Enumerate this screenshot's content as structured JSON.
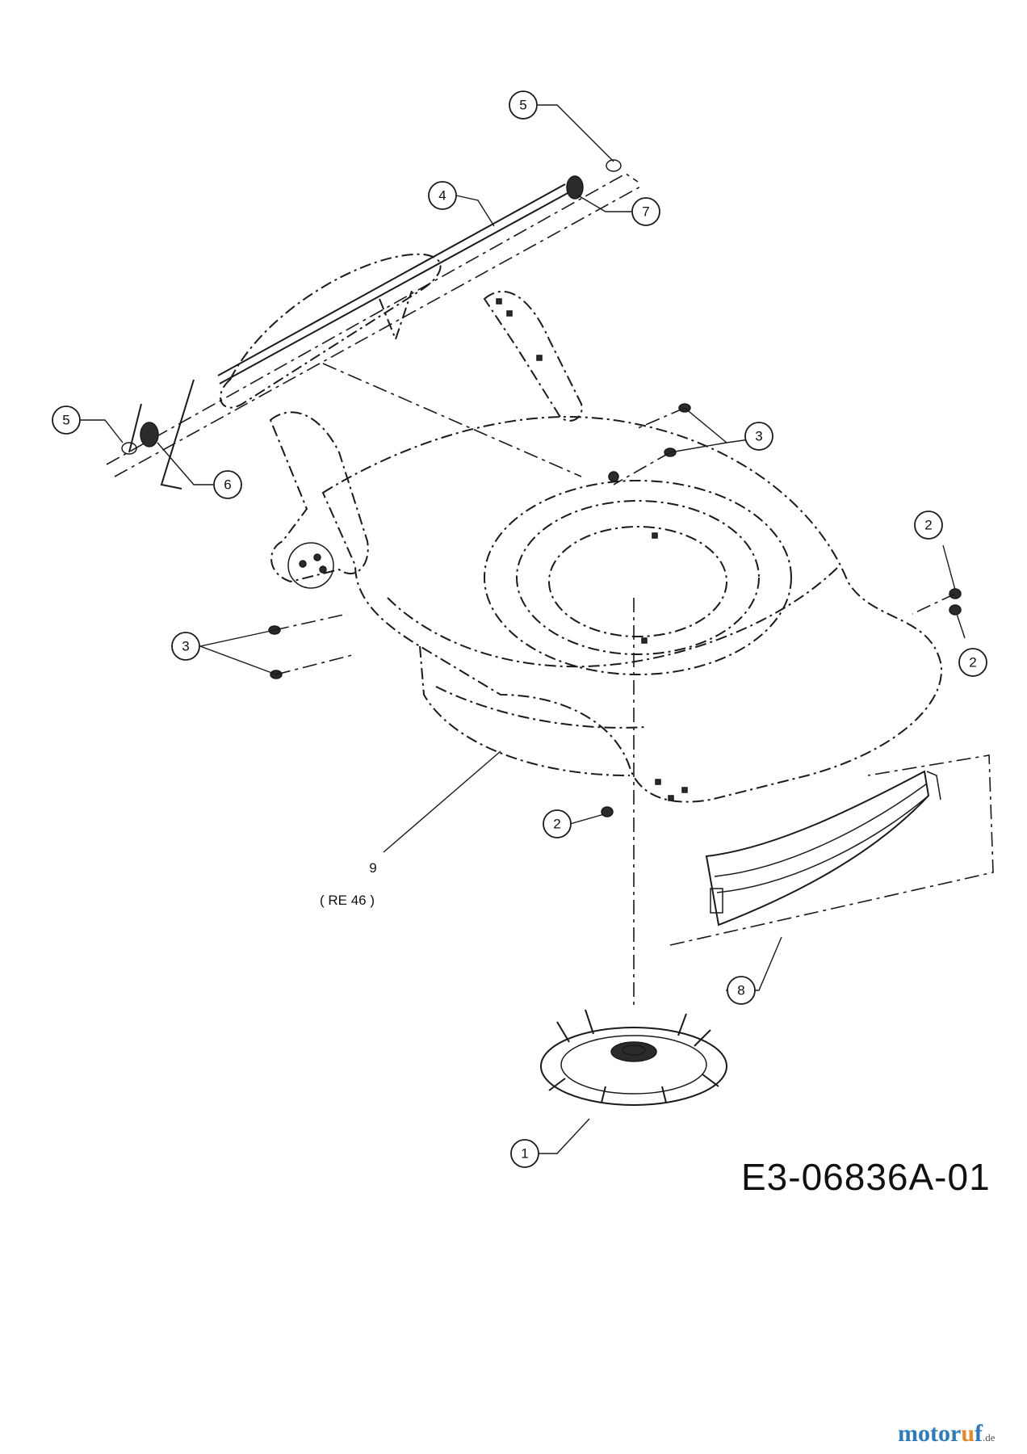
{
  "callouts": [
    {
      "id": "c1",
      "number": "1"
    },
    {
      "id": "c2a",
      "number": "2"
    },
    {
      "id": "c2b",
      "number": "2"
    },
    {
      "id": "c2c",
      "number": "2"
    },
    {
      "id": "c3a",
      "number": "3"
    },
    {
      "id": "c3b",
      "number": "3"
    },
    {
      "id": "c4",
      "number": "4"
    },
    {
      "id": "c5a",
      "number": "5"
    },
    {
      "id": "c5b",
      "number": "5"
    },
    {
      "id": "c6",
      "number": "6"
    },
    {
      "id": "c7",
      "number": "7"
    },
    {
      "id": "c8",
      "number": "8"
    }
  ],
  "deck_label": {
    "number": "9",
    "model": "( RE 46 )"
  },
  "drawing_code": "E3-06836A-01",
  "watermark": {
    "brand_pre": "moto",
    "brand_mid": "r",
    "brand_f": "u",
    "brand_post": "f",
    "tld": ".de"
  }
}
